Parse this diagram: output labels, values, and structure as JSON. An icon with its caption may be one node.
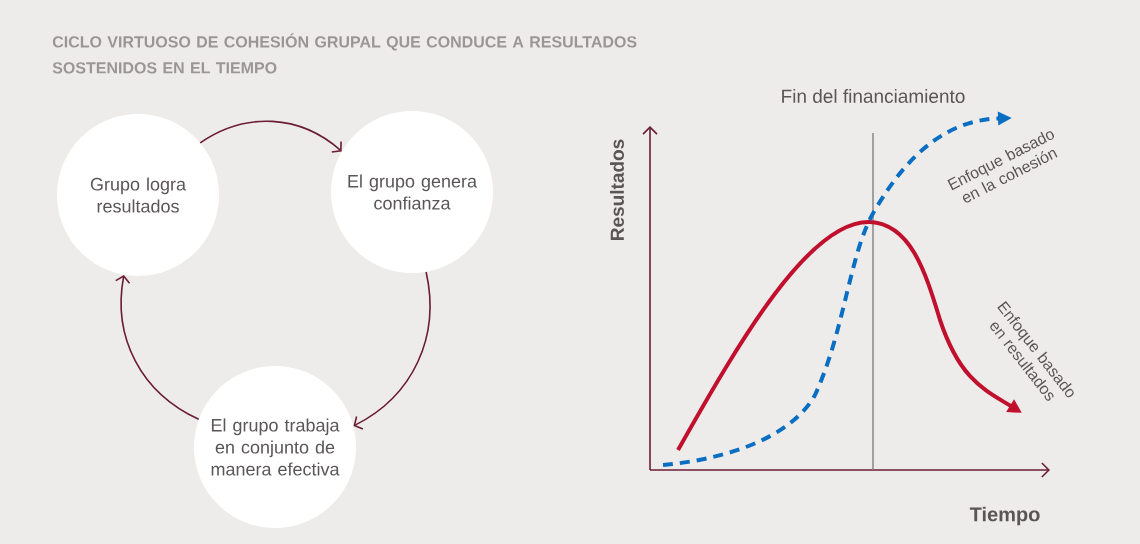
{
  "diagram": {
    "title": "CICLO VIRTUOSO DE COHESIÓN GRUPAL QUE CONDUCE A RESULTADOS SOSTENIDOS EN EL TIEMPO",
    "nodes": [
      {
        "text": [
          "Grupo logra resultados"
        ]
      },
      {
        "text": [
          "El grupo genera confianza"
        ]
      },
      {
        "text": [
          "El grupo trabaja en conjunto de manera efectiva"
        ]
      }
    ],
    "edges": [
      {
        "from": 0,
        "to": 1,
        "arrow": "to"
      },
      {
        "from": 1,
        "to": 2,
        "arrow": "to"
      },
      {
        "from": 2,
        "to": 0,
        "arrow": "to"
      }
    ],
    "labels": [
      "Fin del financiamiento",
      "Resultados",
      "Enfoque basado en la cohesión",
      "Enfoque basado en resultados",
      "Tiempo"
    ]
  }
}
